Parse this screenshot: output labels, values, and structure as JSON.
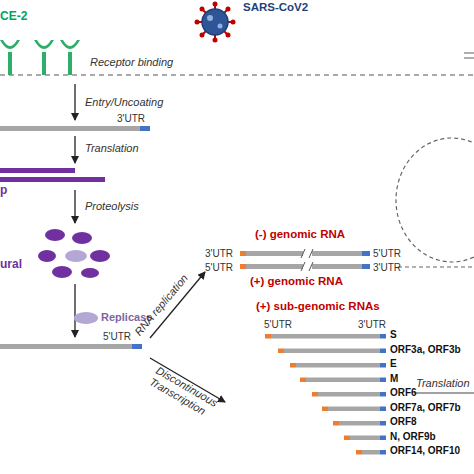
{
  "diagram": {
    "labels": [
      "CE-2",
      "SARS-CoV2",
      "Receptor binding",
      "Entry/Uncoating",
      "3'UTR",
      "Translation",
      "p",
      "Proteolysis",
      "ural",
      "Replicase",
      "5'UTR",
      "RNA replication",
      "(-) genomic RNA",
      "3'UTR",
      "5'UTR",
      "5'UTR",
      "3'UTR",
      "(+) genomic RNA",
      "(+) sub-genomic RNAs",
      "5'UTR",
      "3'UTR",
      "Discontinuous Transcription",
      "S",
      "ORF3a, ORF3b",
      "E",
      "M",
      "ORF6",
      "ORF7a, ORF7b",
      "ORF8",
      "N, ORF9b",
      "ORF14, ORF10",
      "Translation"
    ]
  }
}
